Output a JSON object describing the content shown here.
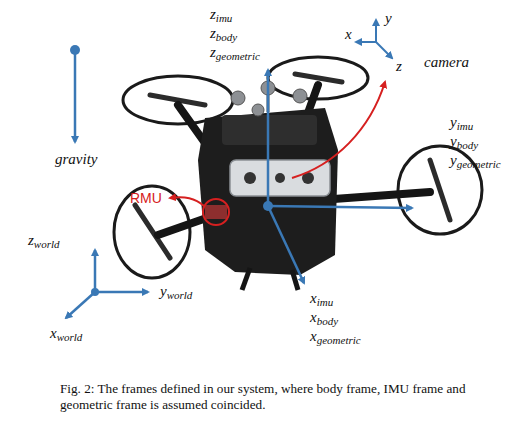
{
  "diagram": {
    "caption": "Fig. 2: The frames defined in our system, where body frame, IMU frame and geometric frame is assumed coincided.",
    "labels": [
      "gravity",
      "zimu",
      "zbody",
      "zgeometric",
      "x",
      "y",
      "camera",
      "z",
      "yimu",
      "ybody",
      "ygeometric",
      "RMU",
      "zworld",
      "yworld",
      "xworld",
      "ximu",
      "xbody",
      "xgeometric"
    ]
  }
}
